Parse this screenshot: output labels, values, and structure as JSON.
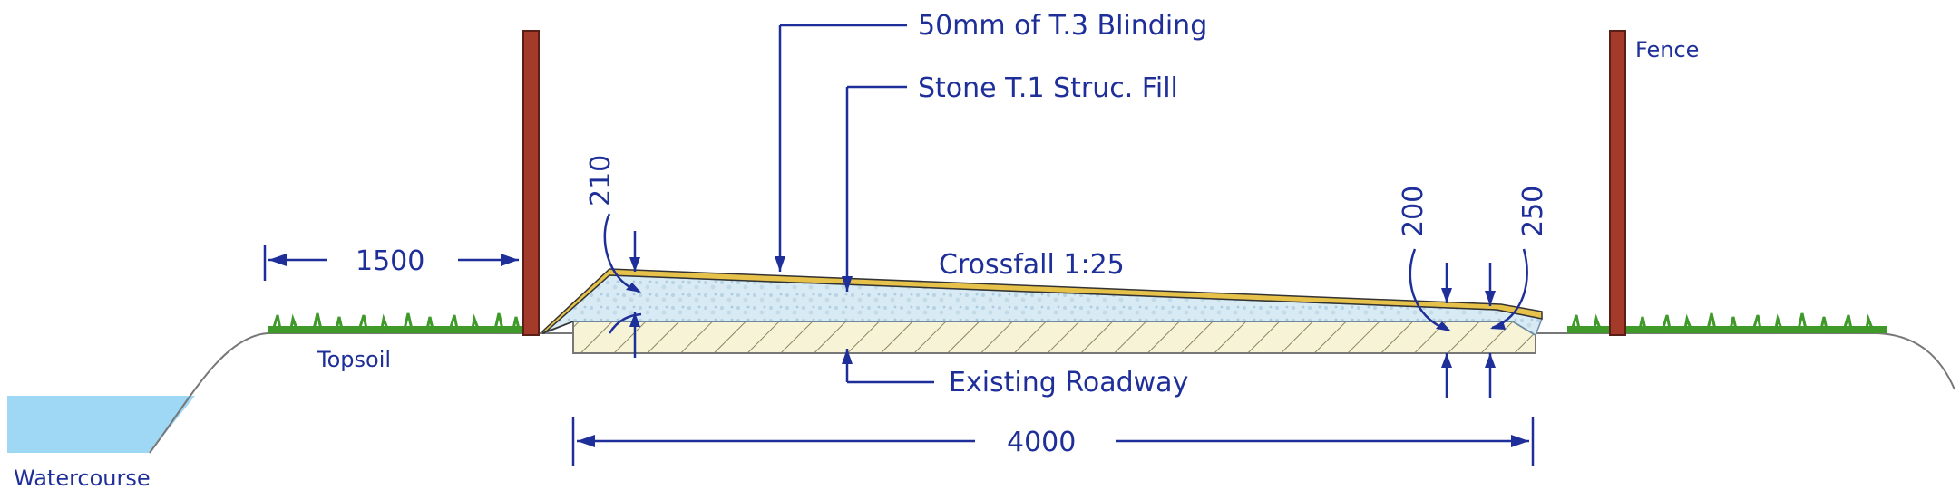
{
  "labels": {
    "blinding": "50mm of T.3 Blinding",
    "structural_fill": "Stone T.1 Struc. Fill",
    "fence": "Fence",
    "crossfall": "Crossfall 1:25",
    "topsoil": "Topsoil",
    "existing_roadway": "Existing Roadway",
    "watercourse": "Watercourse"
  },
  "dimensions": {
    "verge_width": "1500",
    "roadway_width": "4000",
    "left_depth": "210",
    "right_inner_depth": "200",
    "right_outer_depth": "250"
  },
  "colors": {
    "annotation": "#1f2f99",
    "fence_post": "#a33a2a",
    "blinding": "#e6c24a",
    "stone_fill": "#d8eaf4",
    "existing_roadway": "#f7f3d6",
    "grass": "#3f9a2a",
    "water": "#9fd8f4"
  },
  "icons": [
    "grass-texture",
    "hatch-pattern",
    "stone-texture"
  ]
}
